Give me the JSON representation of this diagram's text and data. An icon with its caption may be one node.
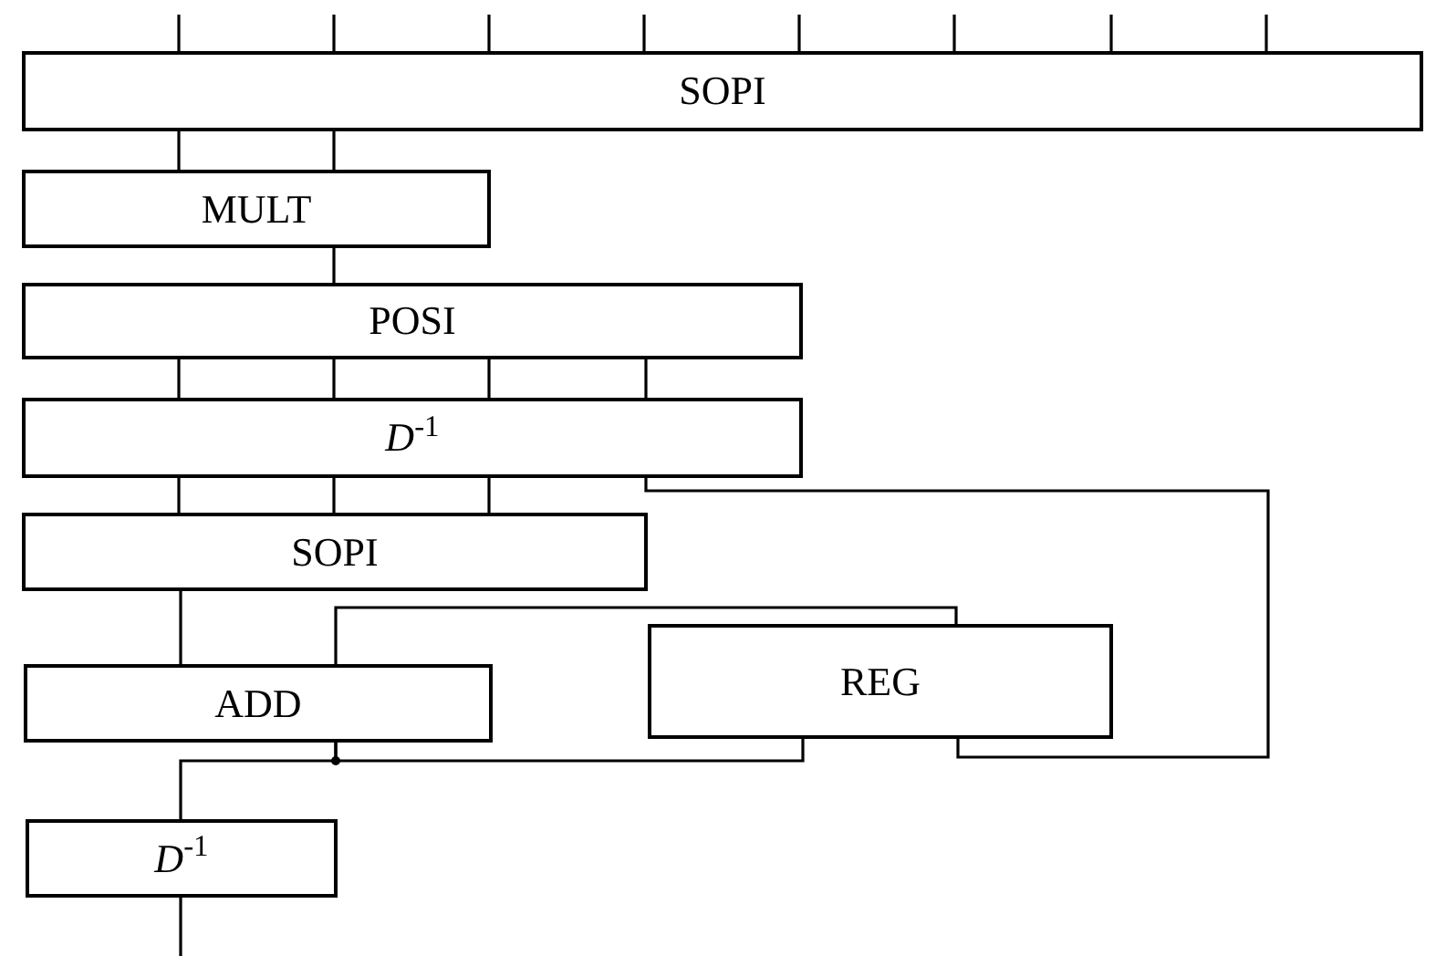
{
  "diagram": {
    "nodes": [
      {
        "text": [
          "SOPI"
        ]
      },
      {
        "text": [
          "MULT"
        ]
      },
      {
        "text": [
          "POSI"
        ]
      },
      {
        "text": [
          "*D*$^{-1}$"
        ]
      },
      {
        "text": [
          "SOPI"
        ]
      },
      {
        "text": [
          "ADD"
        ]
      },
      {
        "text": [
          "REG"
        ]
      },
      {
        "text": [
          "*D*$^{-1}$"
        ]
      }
    ],
    "edges": [
      {
        "from": null,
        "to": 0,
        "arrow": "none"
      },
      {
        "from": null,
        "to": 0,
        "arrow": "none"
      },
      {
        "from": null,
        "to": 0,
        "arrow": "none"
      },
      {
        "from": null,
        "to": 0,
        "arrow": "none"
      },
      {
        "from": null,
        "to": 0,
        "arrow": "none"
      },
      {
        "from": null,
        "to": 0,
        "arrow": "none"
      },
      {
        "from": null,
        "to": 0,
        "arrow": "none"
      },
      {
        "from": null,
        "to": 0,
        "arrow": "none"
      },
      {
        "from": 0,
        "to": 1,
        "arrow": "none"
      },
      {
        "from": 0,
        "to": 1,
        "arrow": "none"
      },
      {
        "from": 1,
        "to": 2,
        "arrow": "none"
      },
      {
        "from": 2,
        "to": 3,
        "arrow": "none"
      },
      {
        "from": 2,
        "to": 3,
        "arrow": "none"
      },
      {
        "from": 2,
        "to": 3,
        "arrow": "none"
      },
      {
        "from": 2,
        "to": 3,
        "arrow": "none"
      },
      {
        "from": 3,
        "to": 4,
        "arrow": "none"
      },
      {
        "from": 3,
        "to": 4,
        "arrow": "none"
      },
      {
        "from": 3,
        "to": 4,
        "arrow": "none"
      },
      {
        "from": 3,
        "to": 6,
        "arrow": "none"
      },
      {
        "from": 6,
        "to": 5,
        "arrow": "none"
      },
      {
        "from": 4,
        "to": 5,
        "arrow": "none"
      },
      {
        "from": 5,
        "to": 6,
        "arrow": "none"
      },
      {
        "from": 5,
        "to": 7,
        "arrow": "none"
      },
      {
        "from": 7,
        "to": null,
        "arrow": "none"
      }
    ]
  }
}
